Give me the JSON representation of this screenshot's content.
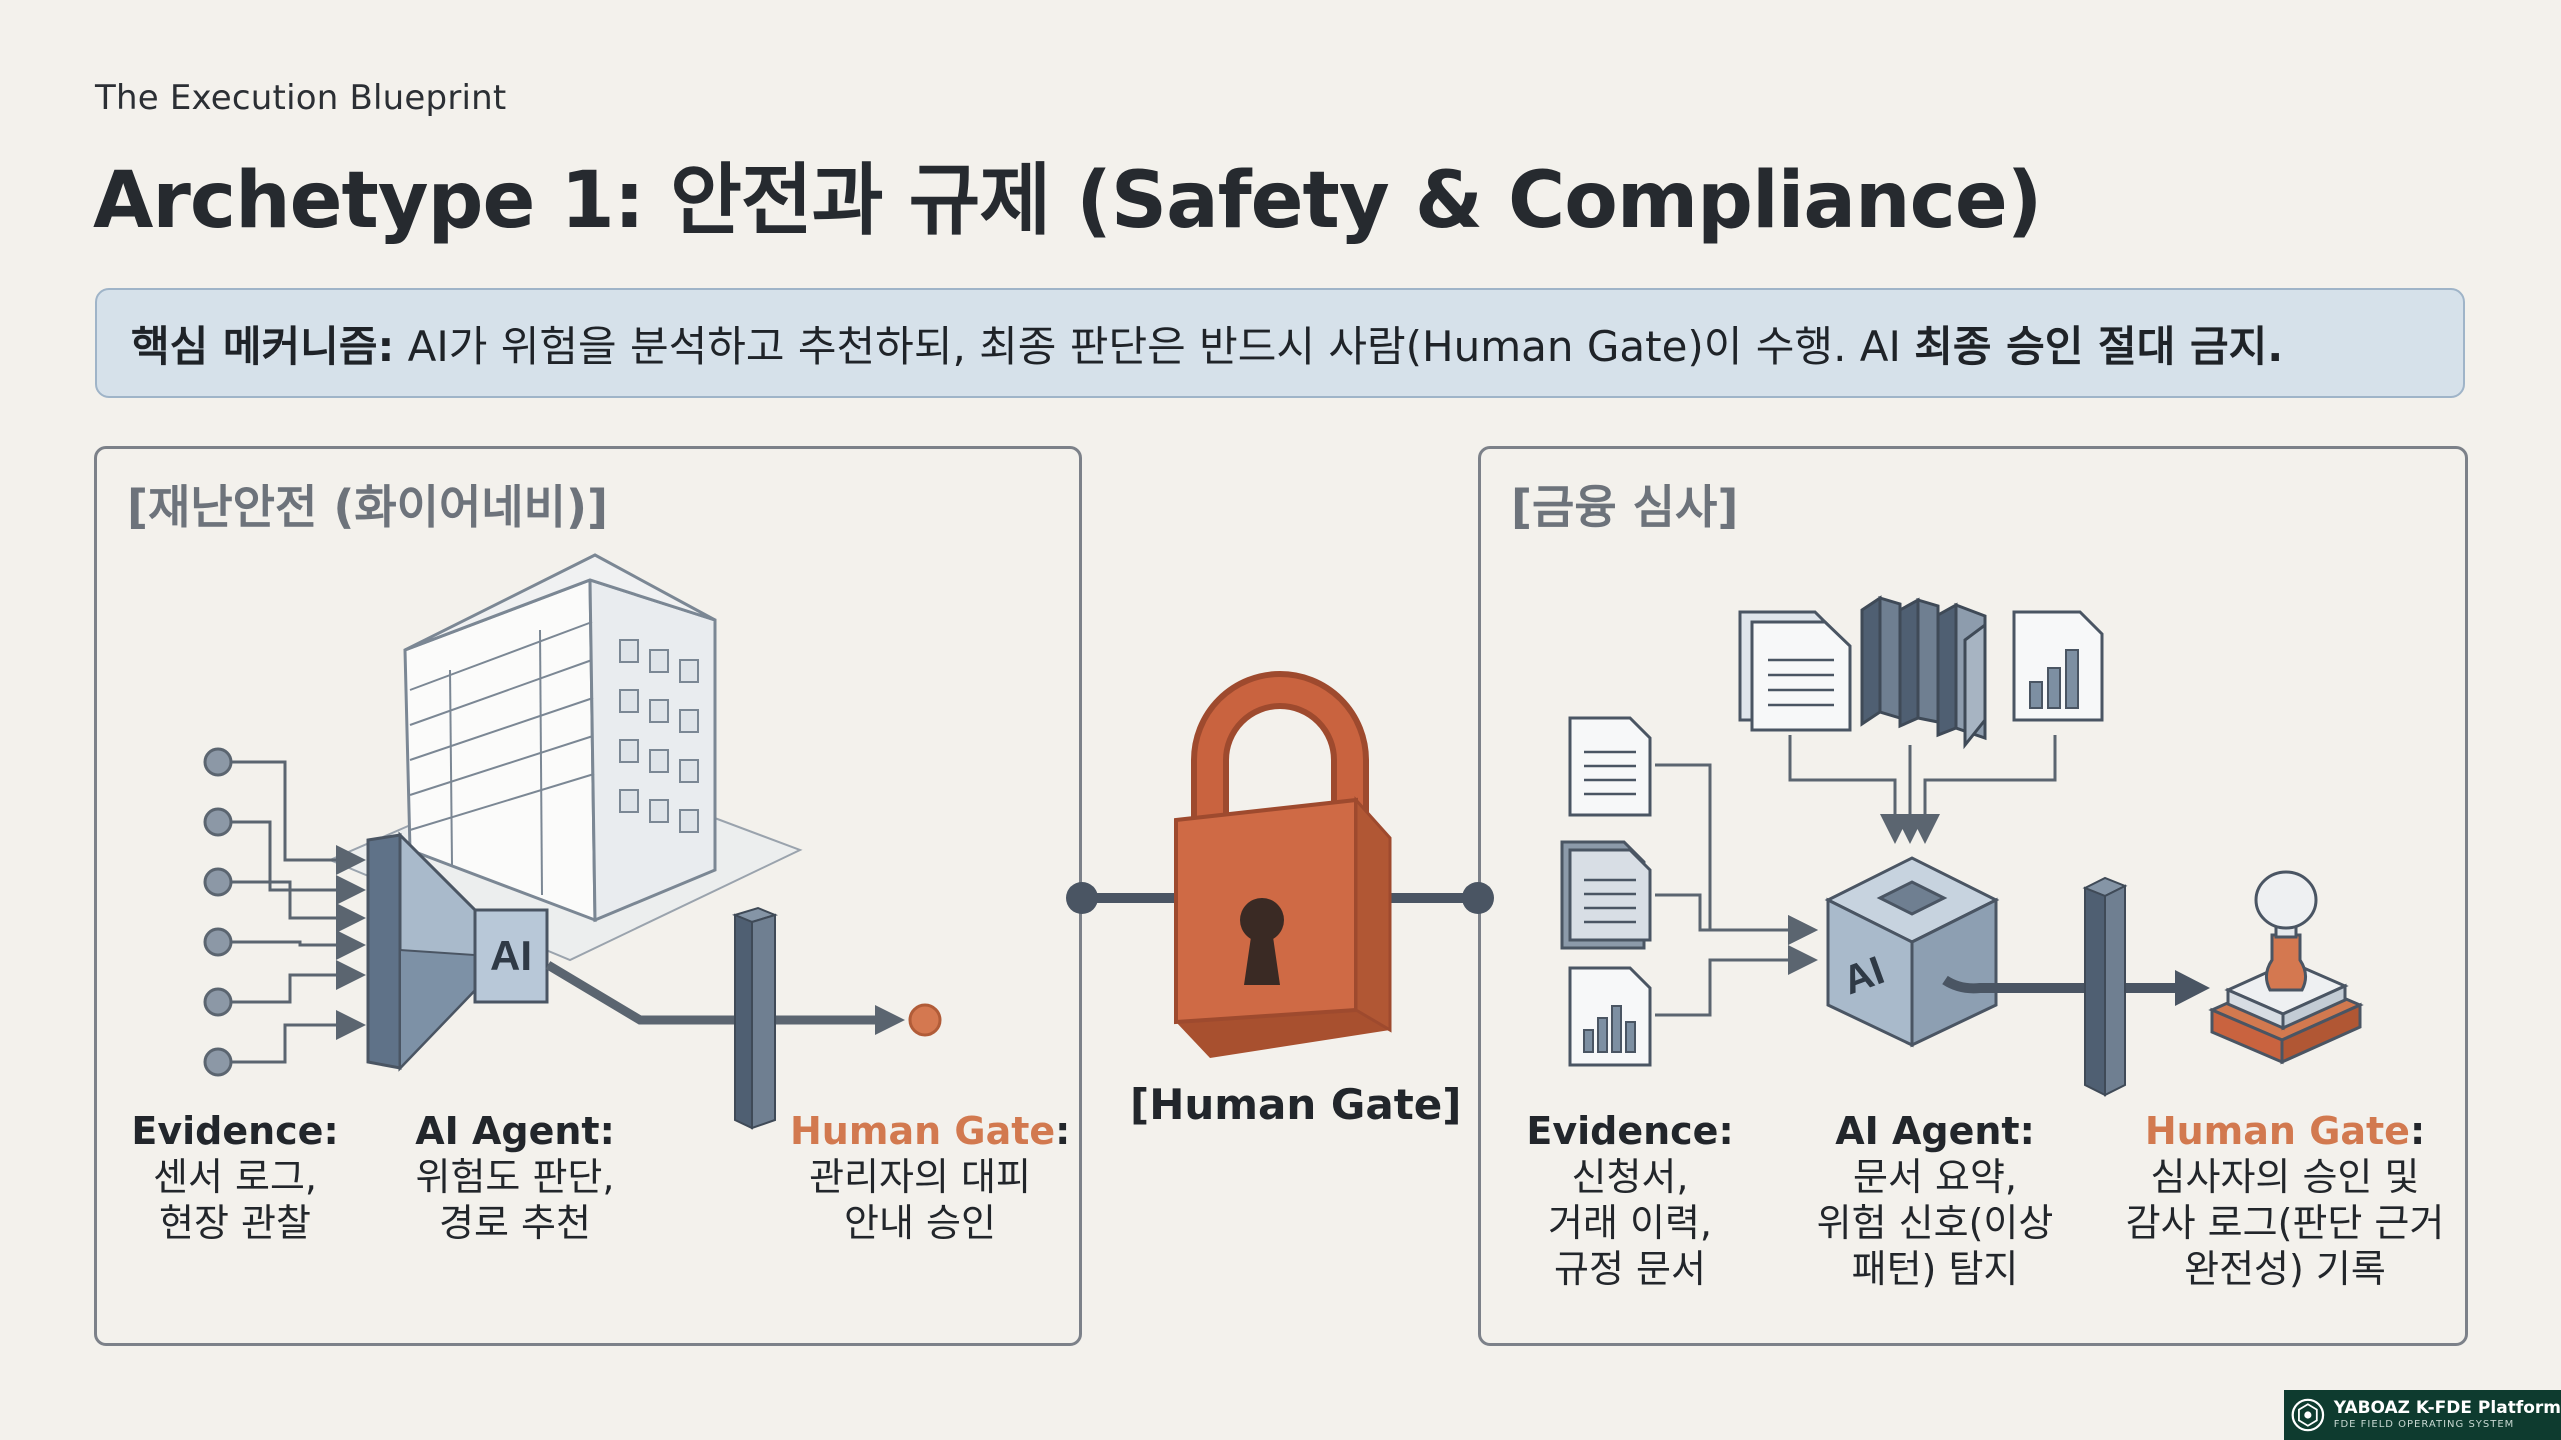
{
  "header": {
    "kicker": "The Execution Blueprint",
    "title": "Archetype 1: 안전과 규제 (Safety & Compliance)"
  },
  "banner": {
    "label_bold": "핵심 메커니즘:",
    "text": " AI가 위험을 분석하고 추천하되, 최종 판단은 반드시 사람(Human Gate)이 수행. AI ",
    "emphasis": "최종 승인 절대 금지."
  },
  "left_panel": {
    "title": "[재난안전 (화이어네비)]",
    "ai_chip": "AI",
    "evidence": {
      "head": "Evidence:",
      "lines": [
        "센서 로그,",
        "현장 관찰"
      ]
    },
    "ai_agent": {
      "head": "AI Agent:",
      "lines": [
        "위험도 판단,",
        "경로 추천"
      ]
    },
    "human_gate": {
      "head": "Human Gate",
      "colon": ":",
      "lines": [
        "관리자의 대피",
        "안내 승인"
      ]
    }
  },
  "center": {
    "gate_label": "[Human Gate]"
  },
  "right_panel": {
    "title": "[금융 심사]",
    "ai_chip": "AI",
    "evidence": {
      "head": "Evidence:",
      "lines": [
        "신청서,",
        "거래 이력,",
        "규정 문서"
      ]
    },
    "ai_agent": {
      "head": "AI Agent:",
      "lines": [
        "문서 요약,",
        "위험 신호(이상",
        "패턴) 탐지"
      ]
    },
    "human_gate": {
      "head": "Human Gate",
      "colon": ":",
      "lines": [
        "심사자의 승인 및",
        "감사 로그(판단 근거",
        "완전성) 기록"
      ]
    }
  },
  "footer_badge": {
    "name": "YABOAZ K-FDE Platform",
    "sub": "FDE FIELD OPERATING SYSTEM"
  },
  "icons": [
    "building-icon",
    "sensor-node-icon",
    "funnel-icon",
    "barrier-icon",
    "padlock-icon",
    "document-icon",
    "binder-icon",
    "bar-chart-document-icon",
    "ai-cube-icon",
    "stamp-icon"
  ],
  "colors": {
    "background": "#f3f1ec",
    "banner_fill": "#d6e1ea",
    "lock": "#c9633f",
    "human_gate_text": "#d2794f",
    "steel": "#6f7f91",
    "badge": "#0e3b2f"
  }
}
